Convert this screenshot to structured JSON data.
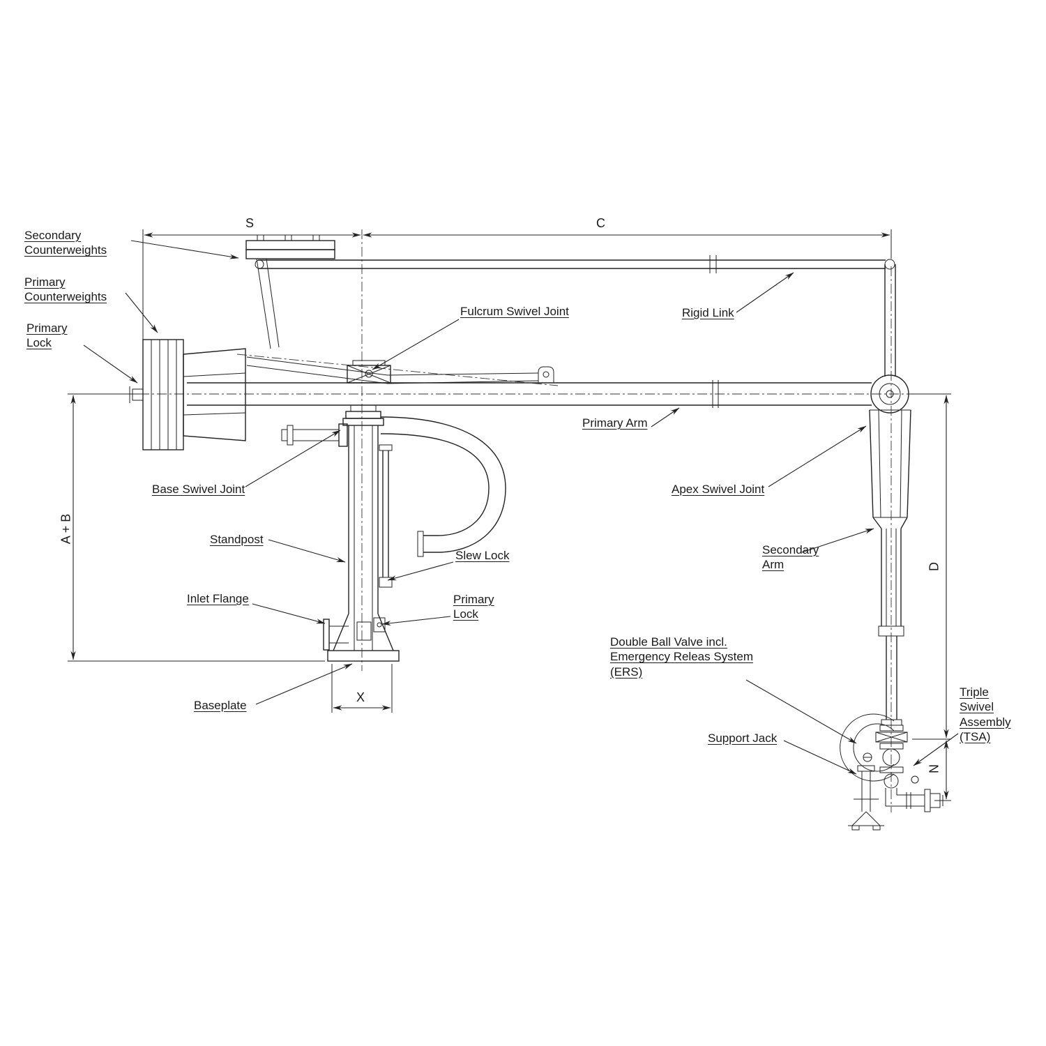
{
  "labels": {
    "secondary_counterweights": "Secondary\nCounterweights",
    "primary_counterweights": "Primary\nCounterweights",
    "primary_lock_left": "Primary\nLock",
    "fulcrum_swivel_joint": "Fulcrum Swivel Joint",
    "rigid_link": "Rigid Link",
    "primary_arm": "Primary Arm",
    "base_swivel_joint": "Base Swivel Joint",
    "apex_swivel_joint": "Apex Swivel Joint",
    "standpost": "Standpost",
    "slew_lock": "Slew Lock",
    "secondary_arm": "Secondary\nArm",
    "inlet_flange": "Inlet Flange",
    "primary_lock_lower": "Primary\nLock",
    "double_ball_valve": "Double Ball Valve incl.\nEmergency Releas System\n(ERS)",
    "baseplate": "Baseplate",
    "triple_swivel_assembly": "Triple\nSwivel\nAssembly\n(TSA)",
    "support_jack": "Support Jack"
  },
  "dimensions": {
    "s": "S",
    "c": "C",
    "a_plus_b": "A + B",
    "d": "D",
    "x": "X",
    "n": "N"
  },
  "colors": {
    "line": "#222222",
    "background": "#ffffff"
  }
}
